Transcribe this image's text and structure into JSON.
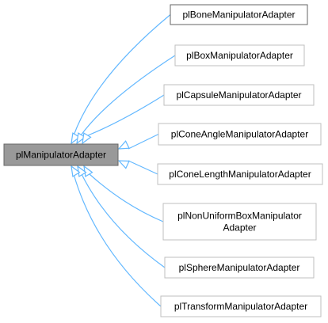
{
  "base_class": {
    "label": "plManipulatorAdapter"
  },
  "derived_classes": [
    {
      "lines": [
        "plBoneManipulatorAdapter"
      ]
    },
    {
      "lines": [
        "plBoxManipulatorAdapter"
      ]
    },
    {
      "lines": [
        "plCapsuleManipulatorAdapter"
      ]
    },
    {
      "lines": [
        "plConeAngleManipulatorAdapter"
      ]
    },
    {
      "lines": [
        "plConeLengthManipulatorAdapter"
      ]
    },
    {
      "lines": [
        "plNonUniformBoxManipulator",
        "Adapter"
      ]
    },
    {
      "lines": [
        "plSphereManipulatorAdapter"
      ]
    },
    {
      "lines": [
        "plTransformManipulatorAdapter"
      ]
    }
  ],
  "colors": {
    "base_fill": "#999999",
    "base_stroke": "#666666",
    "highlight_stroke": "#666666",
    "node_stroke": "#bfbfbf",
    "node_fill": "#ffffff",
    "edge": "#63b8ff"
  }
}
